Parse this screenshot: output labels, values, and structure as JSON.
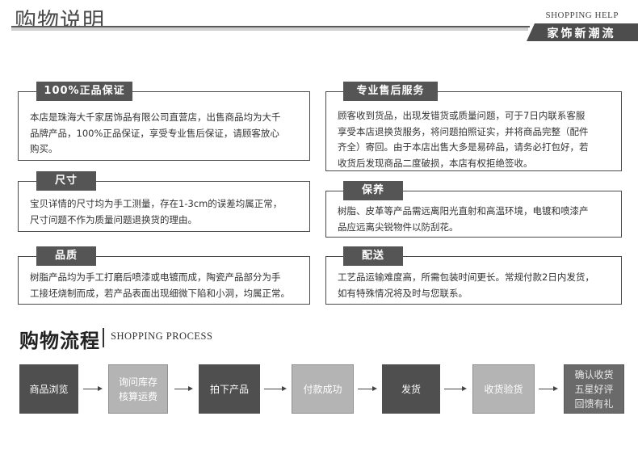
{
  "header": {
    "title": "购物说明",
    "subtitle_en": "SHOPPING HELP",
    "slogan": "家饰新潮流"
  },
  "sections": {
    "guarantee": {
      "label": "100%正品保证",
      "lines": [
        "本店是珠海大千家居饰品有限公司直营店，出售商品均为大千",
        "品牌产品，100%正品保证，享受专业售后保证，请顾客放心",
        "购买。"
      ]
    },
    "after_sale": {
      "label": "专业售后服务",
      "lines": [
        "顾客收到货品，出现发错货或质量问题，可于7日内联系客服",
        "享受本店退换货服务，将问题拍照证实，并将商品完整（配件",
        "齐全）寄回。由于本店出售大多是易碎品，请务必打包好，若",
        "收货后发现商品二度破损，本店有权拒绝签收。"
      ]
    },
    "size": {
      "label": "尺寸",
      "lines": [
        "宝贝详情的尺寸均为手工测量，存在1-3cm的误差均属正常，",
        "尺寸问题不作为质量问题退换货的理由。"
      ]
    },
    "maintenance": {
      "label": "保养",
      "lines": [
        "树脂、皮革等产品需远离阳光直射和高温环境，电镀和喷漆产",
        "品应远离尖锐物件以防刮花。"
      ]
    },
    "quality": {
      "label": "品质",
      "lines": [
        "树脂产品均为手工打磨后喷漆或电镀而成，陶瓷产品部分为手",
        "工接坯烧制而成，若产品表面出现细微下陷和小洞，均属正常。"
      ]
    },
    "delivery": {
      "label": "配送",
      "lines": [
        "工艺品运输难度高，所需包装时间更长。常规付款2日内发货，",
        "如有特殊情况将及时与您联系。"
      ]
    }
  },
  "process": {
    "title": "购物流程",
    "title_en": "SHOPPING PROCESS",
    "steps": [
      {
        "lines": [
          "商品浏览"
        ]
      },
      {
        "lines": [
          "询问库存",
          "核算运费"
        ]
      },
      {
        "lines": [
          "拍下产品"
        ]
      },
      {
        "lines": [
          "付款成功"
        ]
      },
      {
        "lines": [
          "发货"
        ]
      },
      {
        "lines": [
          "收货验货"
        ]
      },
      {
        "lines": [
          "确认收货",
          "五星好评",
          "回馈有礼"
        ]
      }
    ]
  }
}
